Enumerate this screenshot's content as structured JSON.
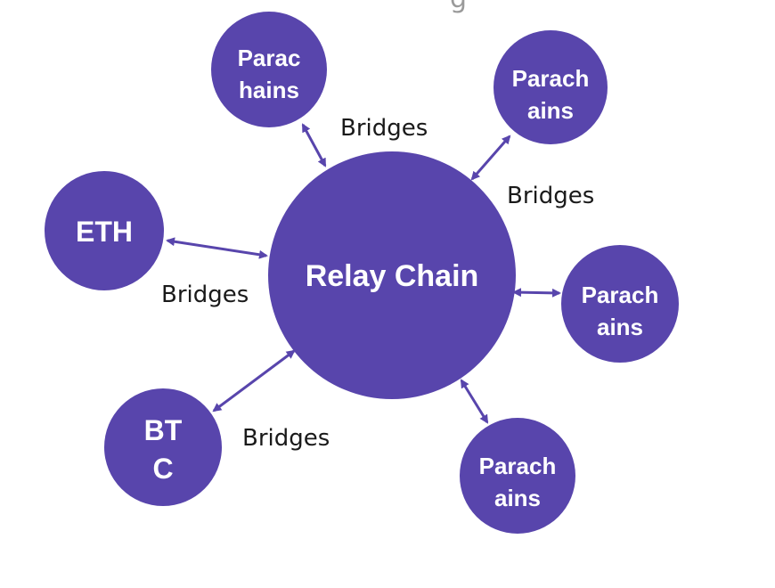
{
  "colors": {
    "node_fill": "#5845AC",
    "node_text": "#FFFFFF",
    "arrow": "#5845AC",
    "label_text": "#1A1A1A",
    "background": "#FFFFFF"
  },
  "diagram": {
    "top_fragment": "g",
    "center_node": {
      "label": "Relay Chain"
    },
    "nodes": [
      {
        "id": "parachains_top_left",
        "lines": [
          "Parac",
          "hains"
        ]
      },
      {
        "id": "parachains_top_right",
        "lines": [
          "Parach",
          "ains"
        ]
      },
      {
        "id": "eth",
        "lines": [
          "ETH"
        ]
      },
      {
        "id": "parachains_right",
        "lines": [
          "Parach",
          "ains"
        ]
      },
      {
        "id": "btc",
        "lines": [
          "BT",
          "C"
        ]
      },
      {
        "id": "parachains_bottom",
        "lines": [
          "Parach",
          "ains"
        ]
      }
    ],
    "edge_labels": [
      {
        "id": "bridges_top",
        "text": "Bridges"
      },
      {
        "id": "bridges_top_right",
        "text": "Bridges"
      },
      {
        "id": "bridges_left",
        "text": "Bridges"
      },
      {
        "id": "bridges_bottom_left",
        "text": "Bridges"
      }
    ]
  }
}
